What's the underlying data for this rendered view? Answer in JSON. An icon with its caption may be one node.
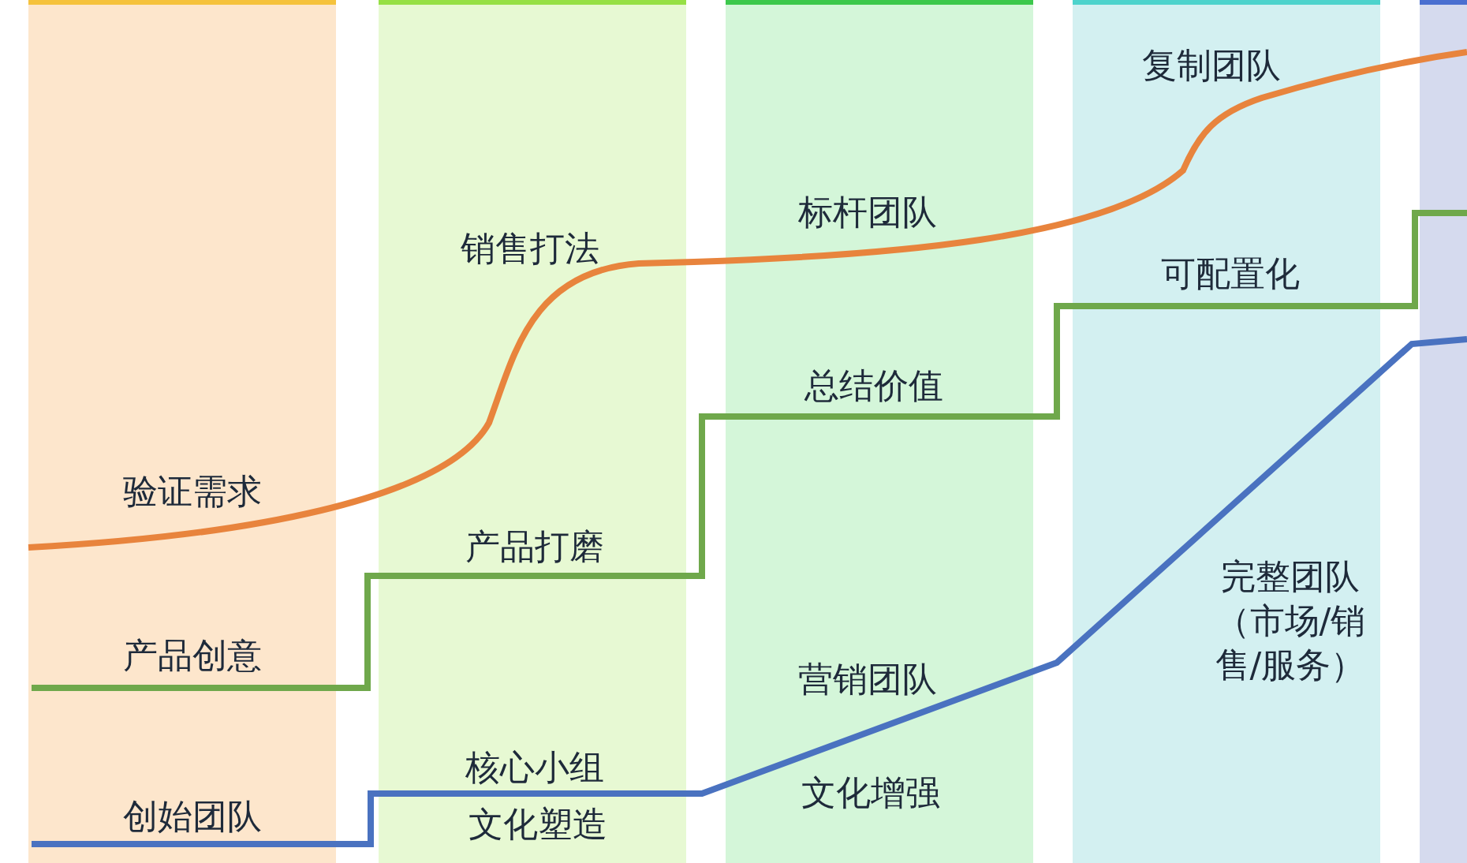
{
  "diagram": {
    "nodes": [
      {
        "text": [
          "验证需求",
          "产品创意",
          "创始团队"
        ]
      },
      {
        "text": [
          "销售打法",
          "产品打磨",
          "核心小组",
          "文化塑造"
        ]
      },
      {
        "text": [
          "标杆团队",
          "总结价值",
          "营销团队",
          "文化增强"
        ]
      },
      {
        "text": [
          "复制团队",
          "可配置化",
          "完整团队（市场/销售/服务）"
        ]
      },
      {
        "text": [],
        "shape": "box"
      },
      {
        "text": [],
        "shape": "curve"
      },
      {
        "text": [],
        "shape": "curve"
      },
      {
        "text": [],
        "shape": "curve"
      }
    ]
  }
}
